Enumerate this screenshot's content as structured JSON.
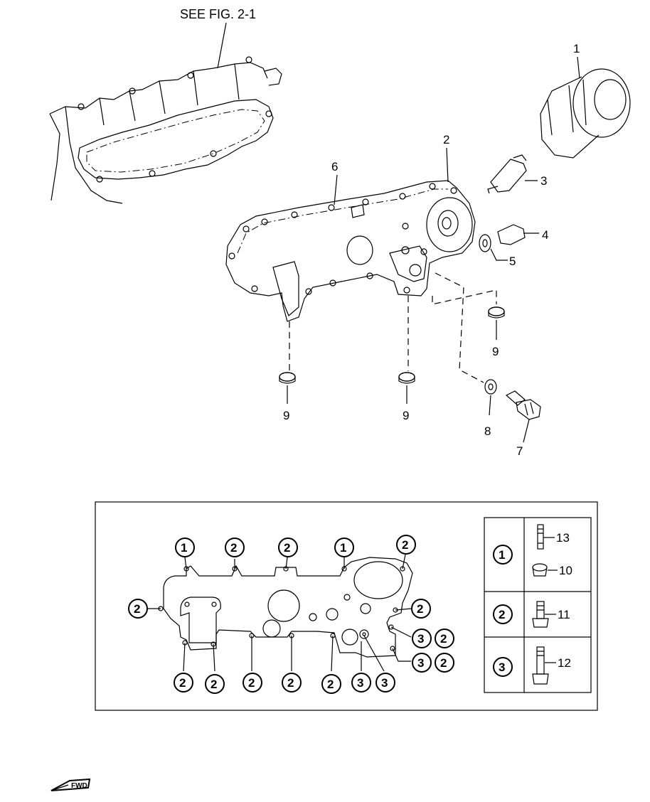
{
  "reference": "SEE FIG. 2-1",
  "callouts": {
    "p1": "1",
    "p2": "2",
    "p3": "3",
    "p4": "4",
    "p5": "5",
    "p6": "6",
    "p7": "7",
    "p8": "8",
    "p9a": "9",
    "p9b": "9",
    "p9c": "9"
  },
  "legend": {
    "rows": [
      {
        "key": "1",
        "parts": [
          "13",
          "10"
        ]
      },
      {
        "key": "2",
        "parts": [
          "11"
        ]
      },
      {
        "key": "3",
        "parts": [
          "12"
        ]
      }
    ]
  },
  "bolt_key": {
    "top": [
      "1",
      "2",
      "2",
      "1",
      "2"
    ],
    "bottom": [
      "2",
      "2",
      "2",
      "2",
      "2",
      "3",
      "3"
    ],
    "left": "2",
    "right_1": "2",
    "right_2a": "3",
    "right_2b": "2",
    "right_3a": "3",
    "right_3b": "2"
  },
  "fwd_mark": "FWD"
}
